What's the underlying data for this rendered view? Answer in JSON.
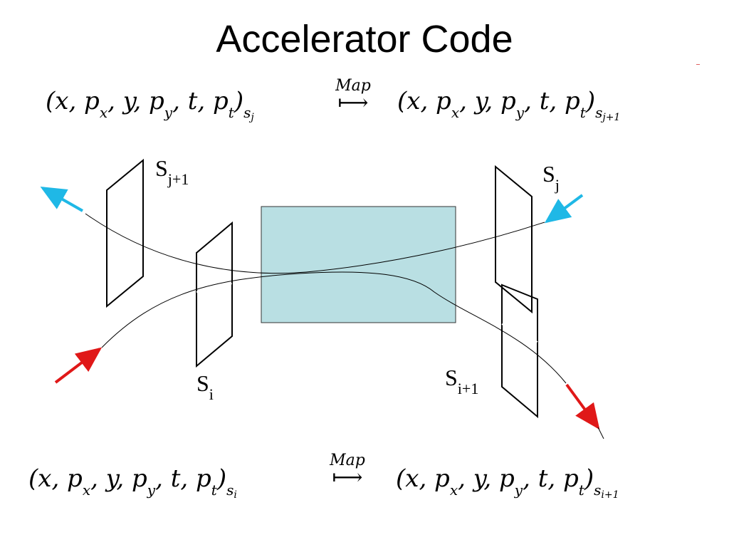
{
  "title": "Accelerator Code",
  "top_formula": {
    "lhs": "(x, p",
    "lhs_full": [
      "(x, p",
      "x",
      ", y, p",
      "y",
      ", t, p",
      "t",
      ")"
    ],
    "lhs_sub": "s",
    "lhs_subsub": "j",
    "map_label": "Map",
    "map_arrow": "⟼",
    "rhs_sub": "s",
    "rhs_subsub": "j+1"
  },
  "bottom_formula": {
    "lhs_sub": "s",
    "lhs_subsub": "i",
    "map_label": "Map",
    "map_arrow": "⟼",
    "rhs_sub": "s",
    "rhs_subsub": "i+1"
  },
  "planes": {
    "s_j1": {
      "base": "S",
      "sub": "j+1"
    },
    "s_j": {
      "base": "S",
      "sub": "j"
    },
    "s_i": {
      "base": "S",
      "sub": "i"
    },
    "s_i1": {
      "base": "S",
      "sub": "i+1"
    }
  },
  "colors": {
    "element_fill": "#b9dfe3",
    "cyan_arrow": "#1fb8e6",
    "red_arrow": "#e01818"
  }
}
